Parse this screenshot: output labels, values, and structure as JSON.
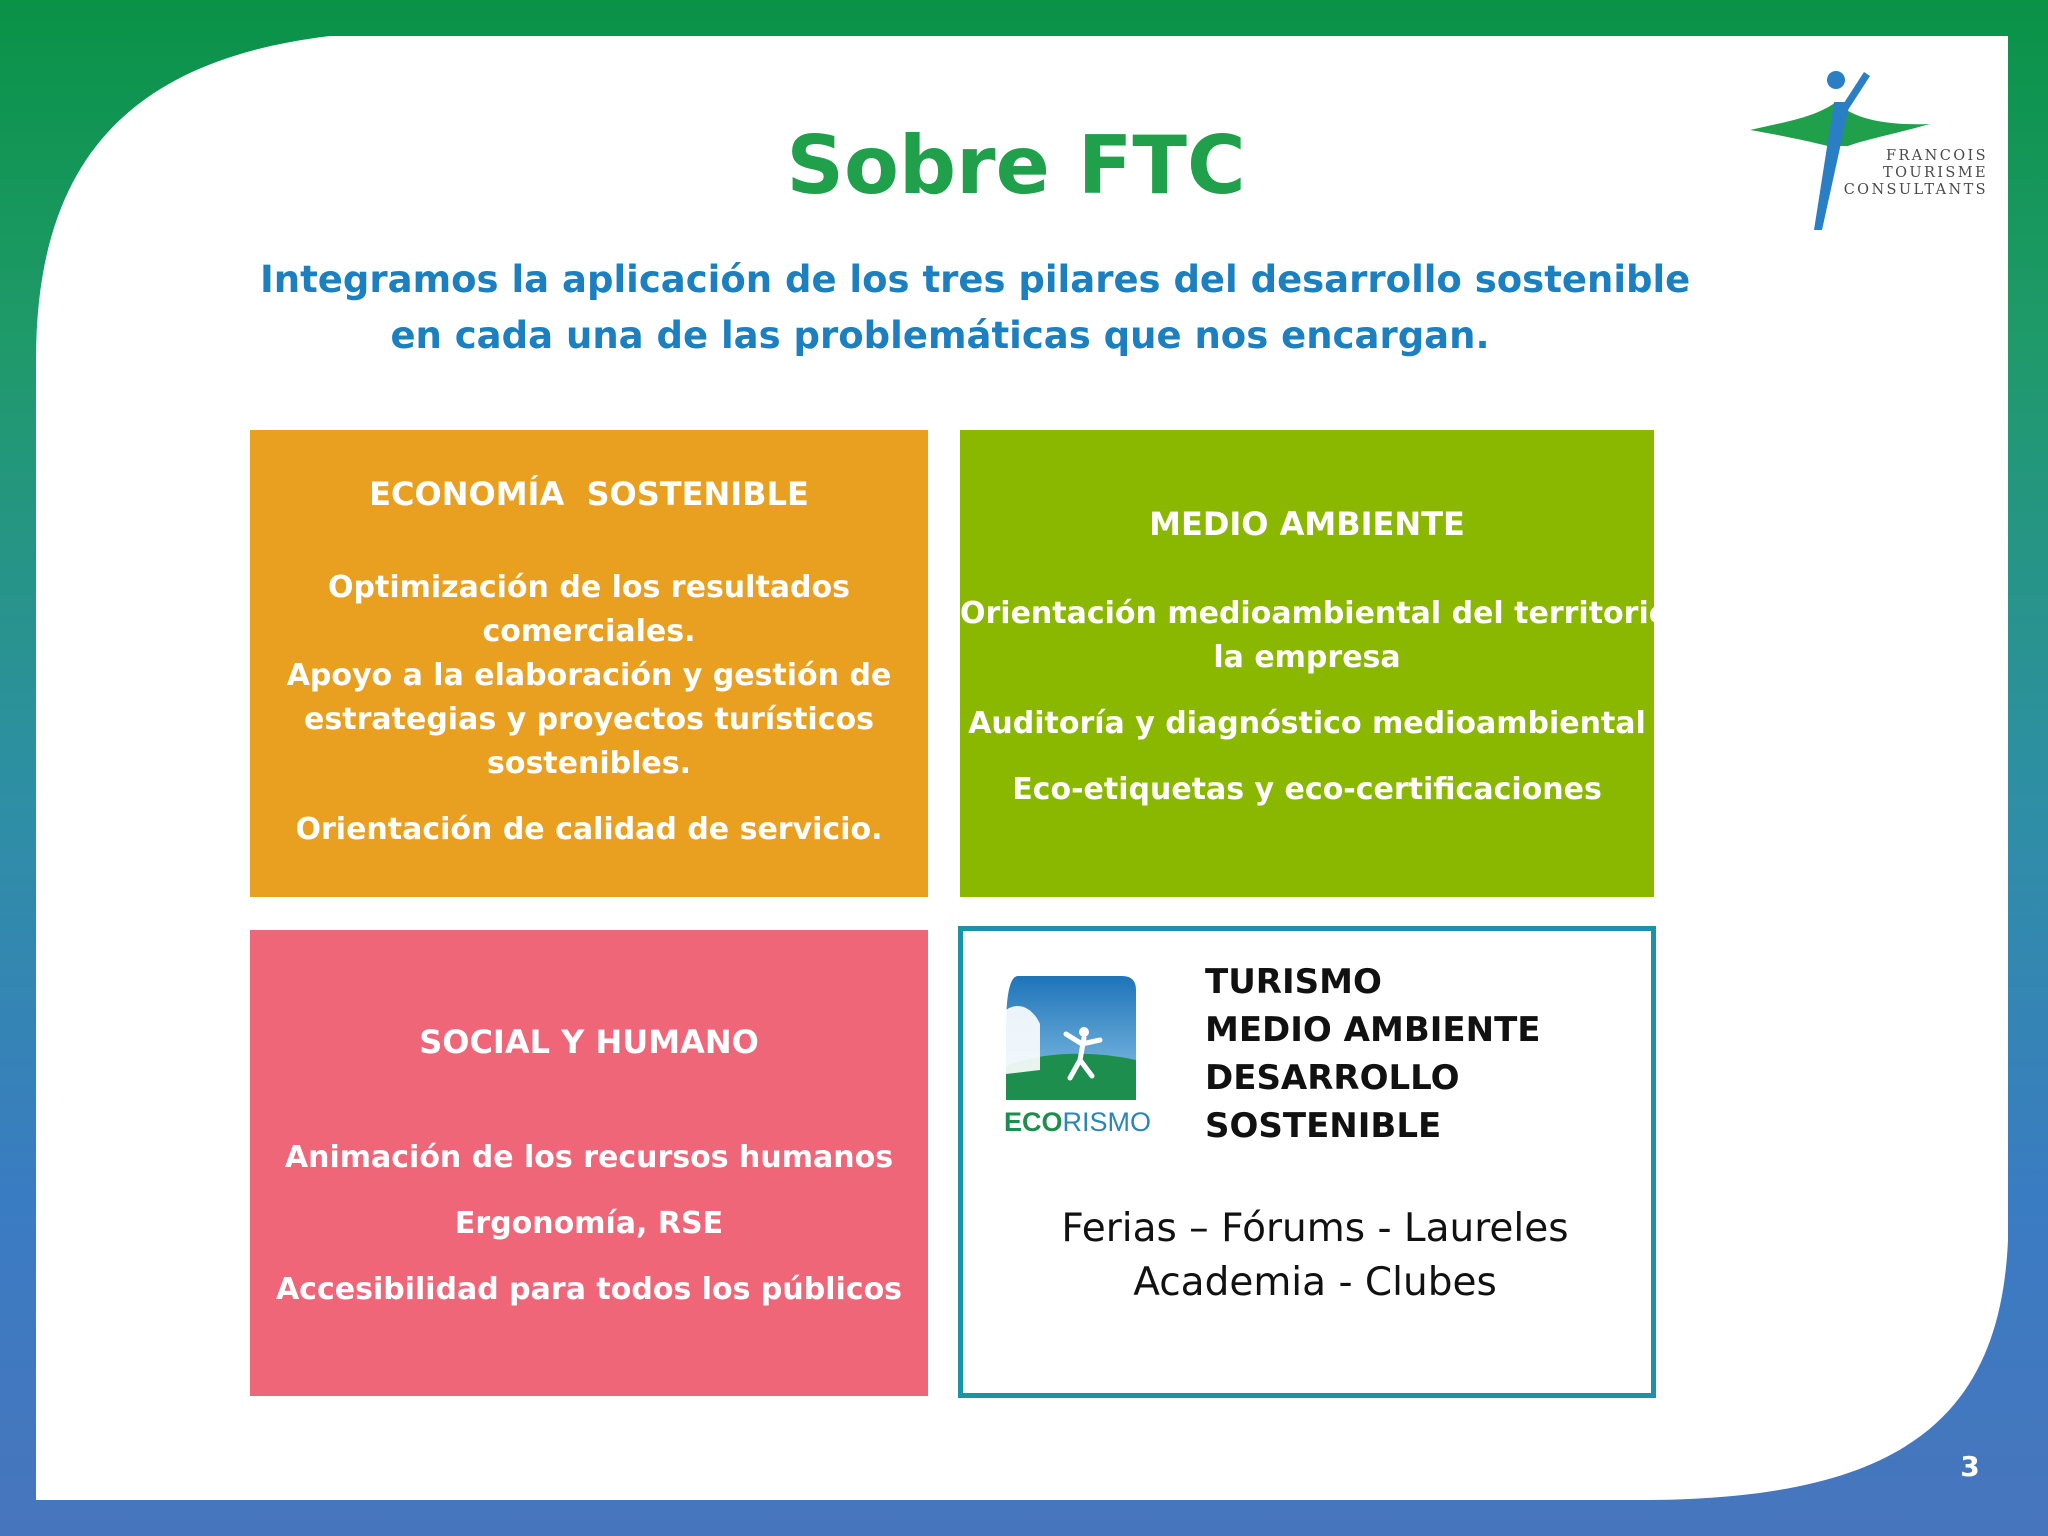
{
  "title": "Sobre FTC",
  "subtitle": {
    "line1": "Integramos la aplicación de los tres pilares del desarrollo sostenible",
    "line2": "en cada una de las problemáticas que nos encargan."
  },
  "logo": {
    "line1": "FRANCOIS",
    "line2": "TOURISME",
    "line3": "CONSULTANTS"
  },
  "economia": {
    "heading": "ECONOMÍA  SOSTENIBLE",
    "lines": [
      "Optimización de los resultados",
      "comerciales.",
      "Apoyo a la elaboración y gestión de",
      "estrategias y proyectos turísticos",
      "sostenibles.",
      "Orientación de calidad de servicio."
    ]
  },
  "medio": {
    "heading": "MEDIO AMBIENTE",
    "lines": [
      "Orientación medioambiental del territorio y",
      "la empresa",
      "Auditoría y diagnóstico medioambiental",
      "Eco-etiquetas y eco-certificaciones"
    ]
  },
  "social": {
    "heading": "SOCIAL Y HUMANO",
    "lines": [
      "Animación de los recursos humanos",
      "Ergonomía, RSE",
      "Accesibilidad para todos los públicos"
    ]
  },
  "ecorismo": {
    "logo_part1": "ECO",
    "logo_part2": "RISMO",
    "list": [
      "TURISMO",
      "MEDIO AMBIENTE",
      "DESARROLLO",
      "SOSTENIBLE"
    ],
    "bottom": [
      "Ferias – Fórums - Laureles",
      "Academia - Clubes"
    ]
  },
  "page_number": "3",
  "colors": {
    "title": "#20a04a",
    "subtitle": "#1b7fc0",
    "economia": "#e9a020",
    "medio": "#8ab800",
    "social": "#ef6679",
    "ecorismo_border": "#1a92a8"
  }
}
